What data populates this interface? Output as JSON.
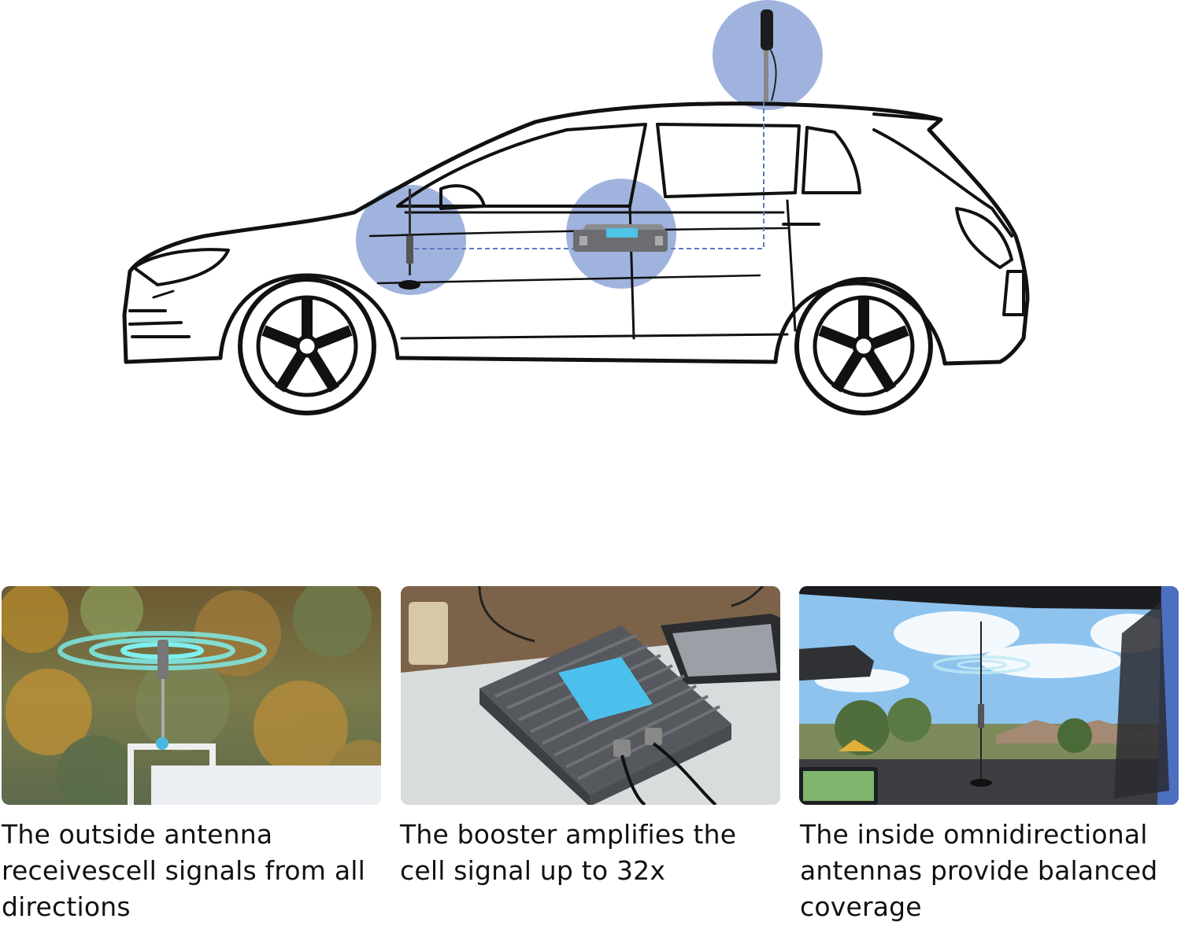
{
  "colors": {
    "highlight": "#8fa6d8",
    "line": "#111111",
    "cable": "#5a78c4"
  },
  "icons": [
    "car-outline-icon",
    "roof-antenna-icon",
    "booster-icon",
    "inside-antenna-icon"
  ],
  "panels": [
    {
      "caption": "The outside antenna receivescell signals from all directions"
    },
    {
      "caption": "The booster amplifies the cell signal up to 32x"
    },
    {
      "caption": "The inside omnidirectional antennas provide balanced coverage"
    }
  ]
}
